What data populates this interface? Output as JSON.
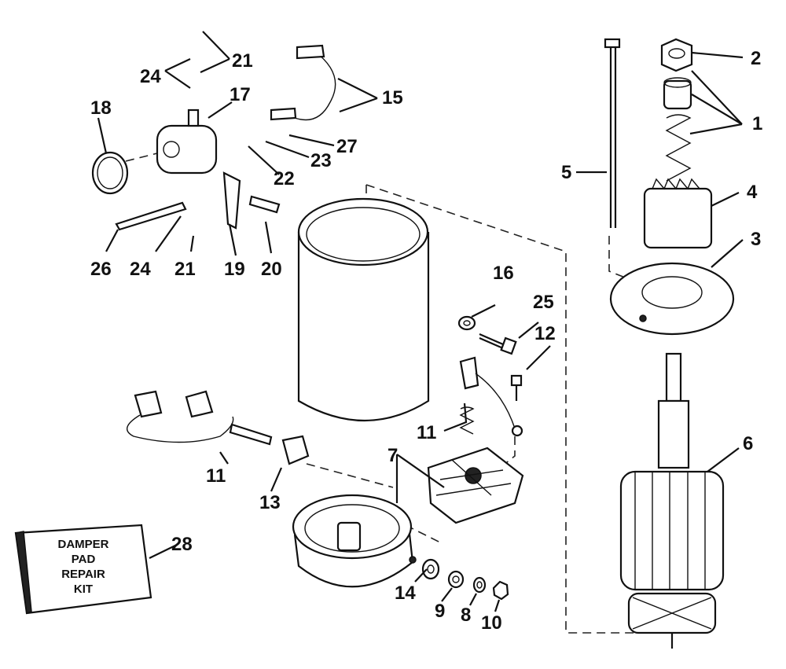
{
  "callouts": [
    "1",
    "2",
    "3",
    "4",
    "5",
    "6",
    "7",
    "8",
    "9",
    "10",
    "11",
    "11",
    "12",
    "13",
    "14",
    "15",
    "16",
    "17",
    "18",
    "19",
    "20",
    "21",
    "21",
    "22",
    "23",
    "24",
    "24",
    "25",
    "26",
    "27",
    "28"
  ],
  "kit_box": {
    "line1": "DAMPER",
    "line2": "PAD",
    "line3": "REPAIR",
    "line4": "KIT"
  }
}
